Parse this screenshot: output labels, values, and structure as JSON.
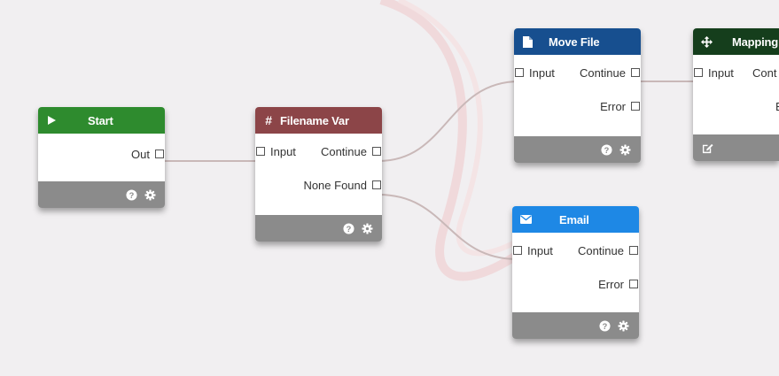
{
  "colors": {
    "background": "#f1eff1",
    "start_header": "#2e8b2e",
    "filename_header": "#8c4548",
    "move_header": "#174f8f",
    "mapping_header": "#153e1c",
    "email_header": "#1e88e5",
    "footer": "#8b8b8b",
    "wire": "#c9b8b8"
  },
  "nodes": {
    "start": {
      "title": "Start",
      "icon": "play-icon",
      "out": "Out"
    },
    "filename_var": {
      "title": "Filename Var",
      "icon": "hash-icon",
      "input": "Input",
      "continue": "Continue",
      "none_found": "None Found"
    },
    "move_file": {
      "title": "Move File",
      "icon": "file-icon",
      "input": "Input",
      "continue": "Continue",
      "error": "Error"
    },
    "mapping": {
      "title": "Mapping",
      "icon": "move-arrows-icon",
      "input": "Input",
      "continue": "Cont",
      "error": "E"
    },
    "email": {
      "title": "Email",
      "icon": "envelope-icon",
      "input": "Input",
      "continue": "Continue",
      "error": "Error"
    }
  }
}
